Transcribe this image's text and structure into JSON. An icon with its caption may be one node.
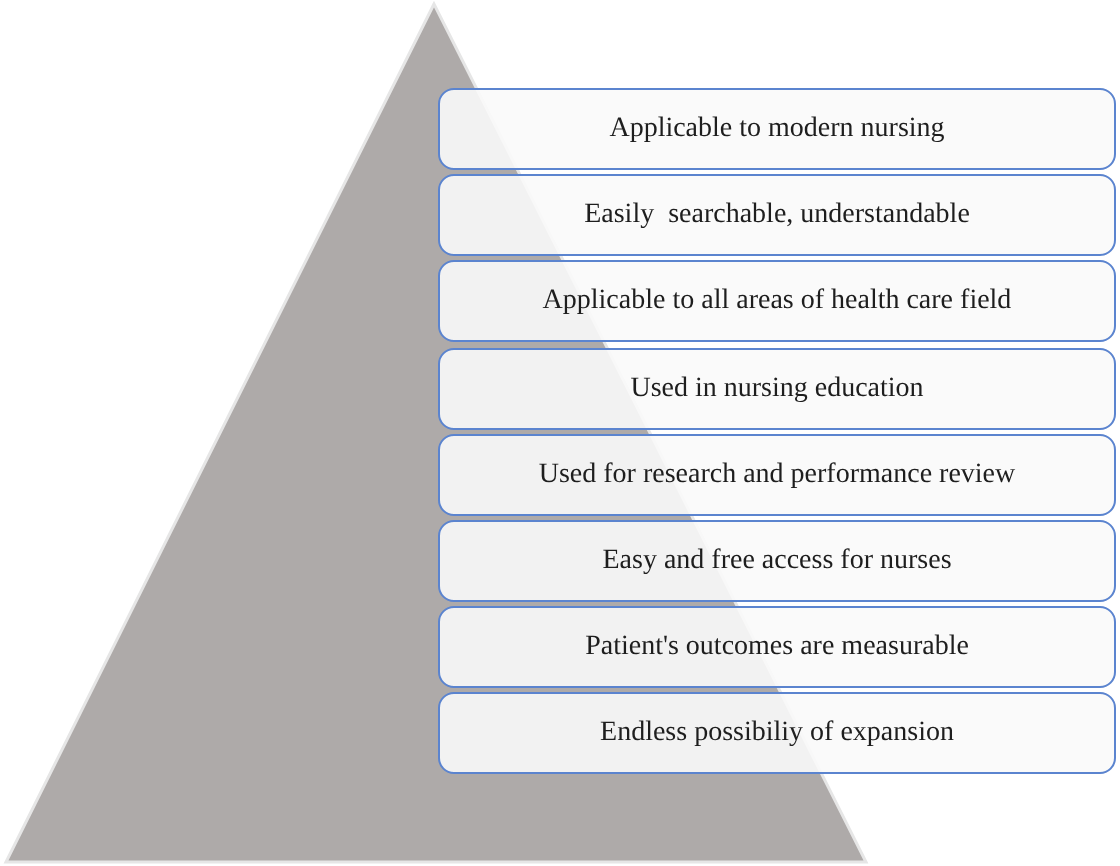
{
  "diagram": {
    "nodes": [
      {
        "text": [
          "Applicable to modern nursing"
        ]
      },
      {
        "text": [
          "Easily  searchable, understandable"
        ]
      },
      {
        "text": [
          "Applicable to all areas of health care field"
        ]
      },
      {
        "text": [
          "Used in nursing education"
        ]
      },
      {
        "text": [
          "Used for research and performance review"
        ]
      },
      {
        "text": [
          "Easy and free access for nurses"
        ]
      },
      {
        "text": [
          "Patient's outcomes are measurable"
        ]
      },
      {
        "text": [
          "Endless possibiliy of expansion"
        ]
      }
    ]
  }
}
